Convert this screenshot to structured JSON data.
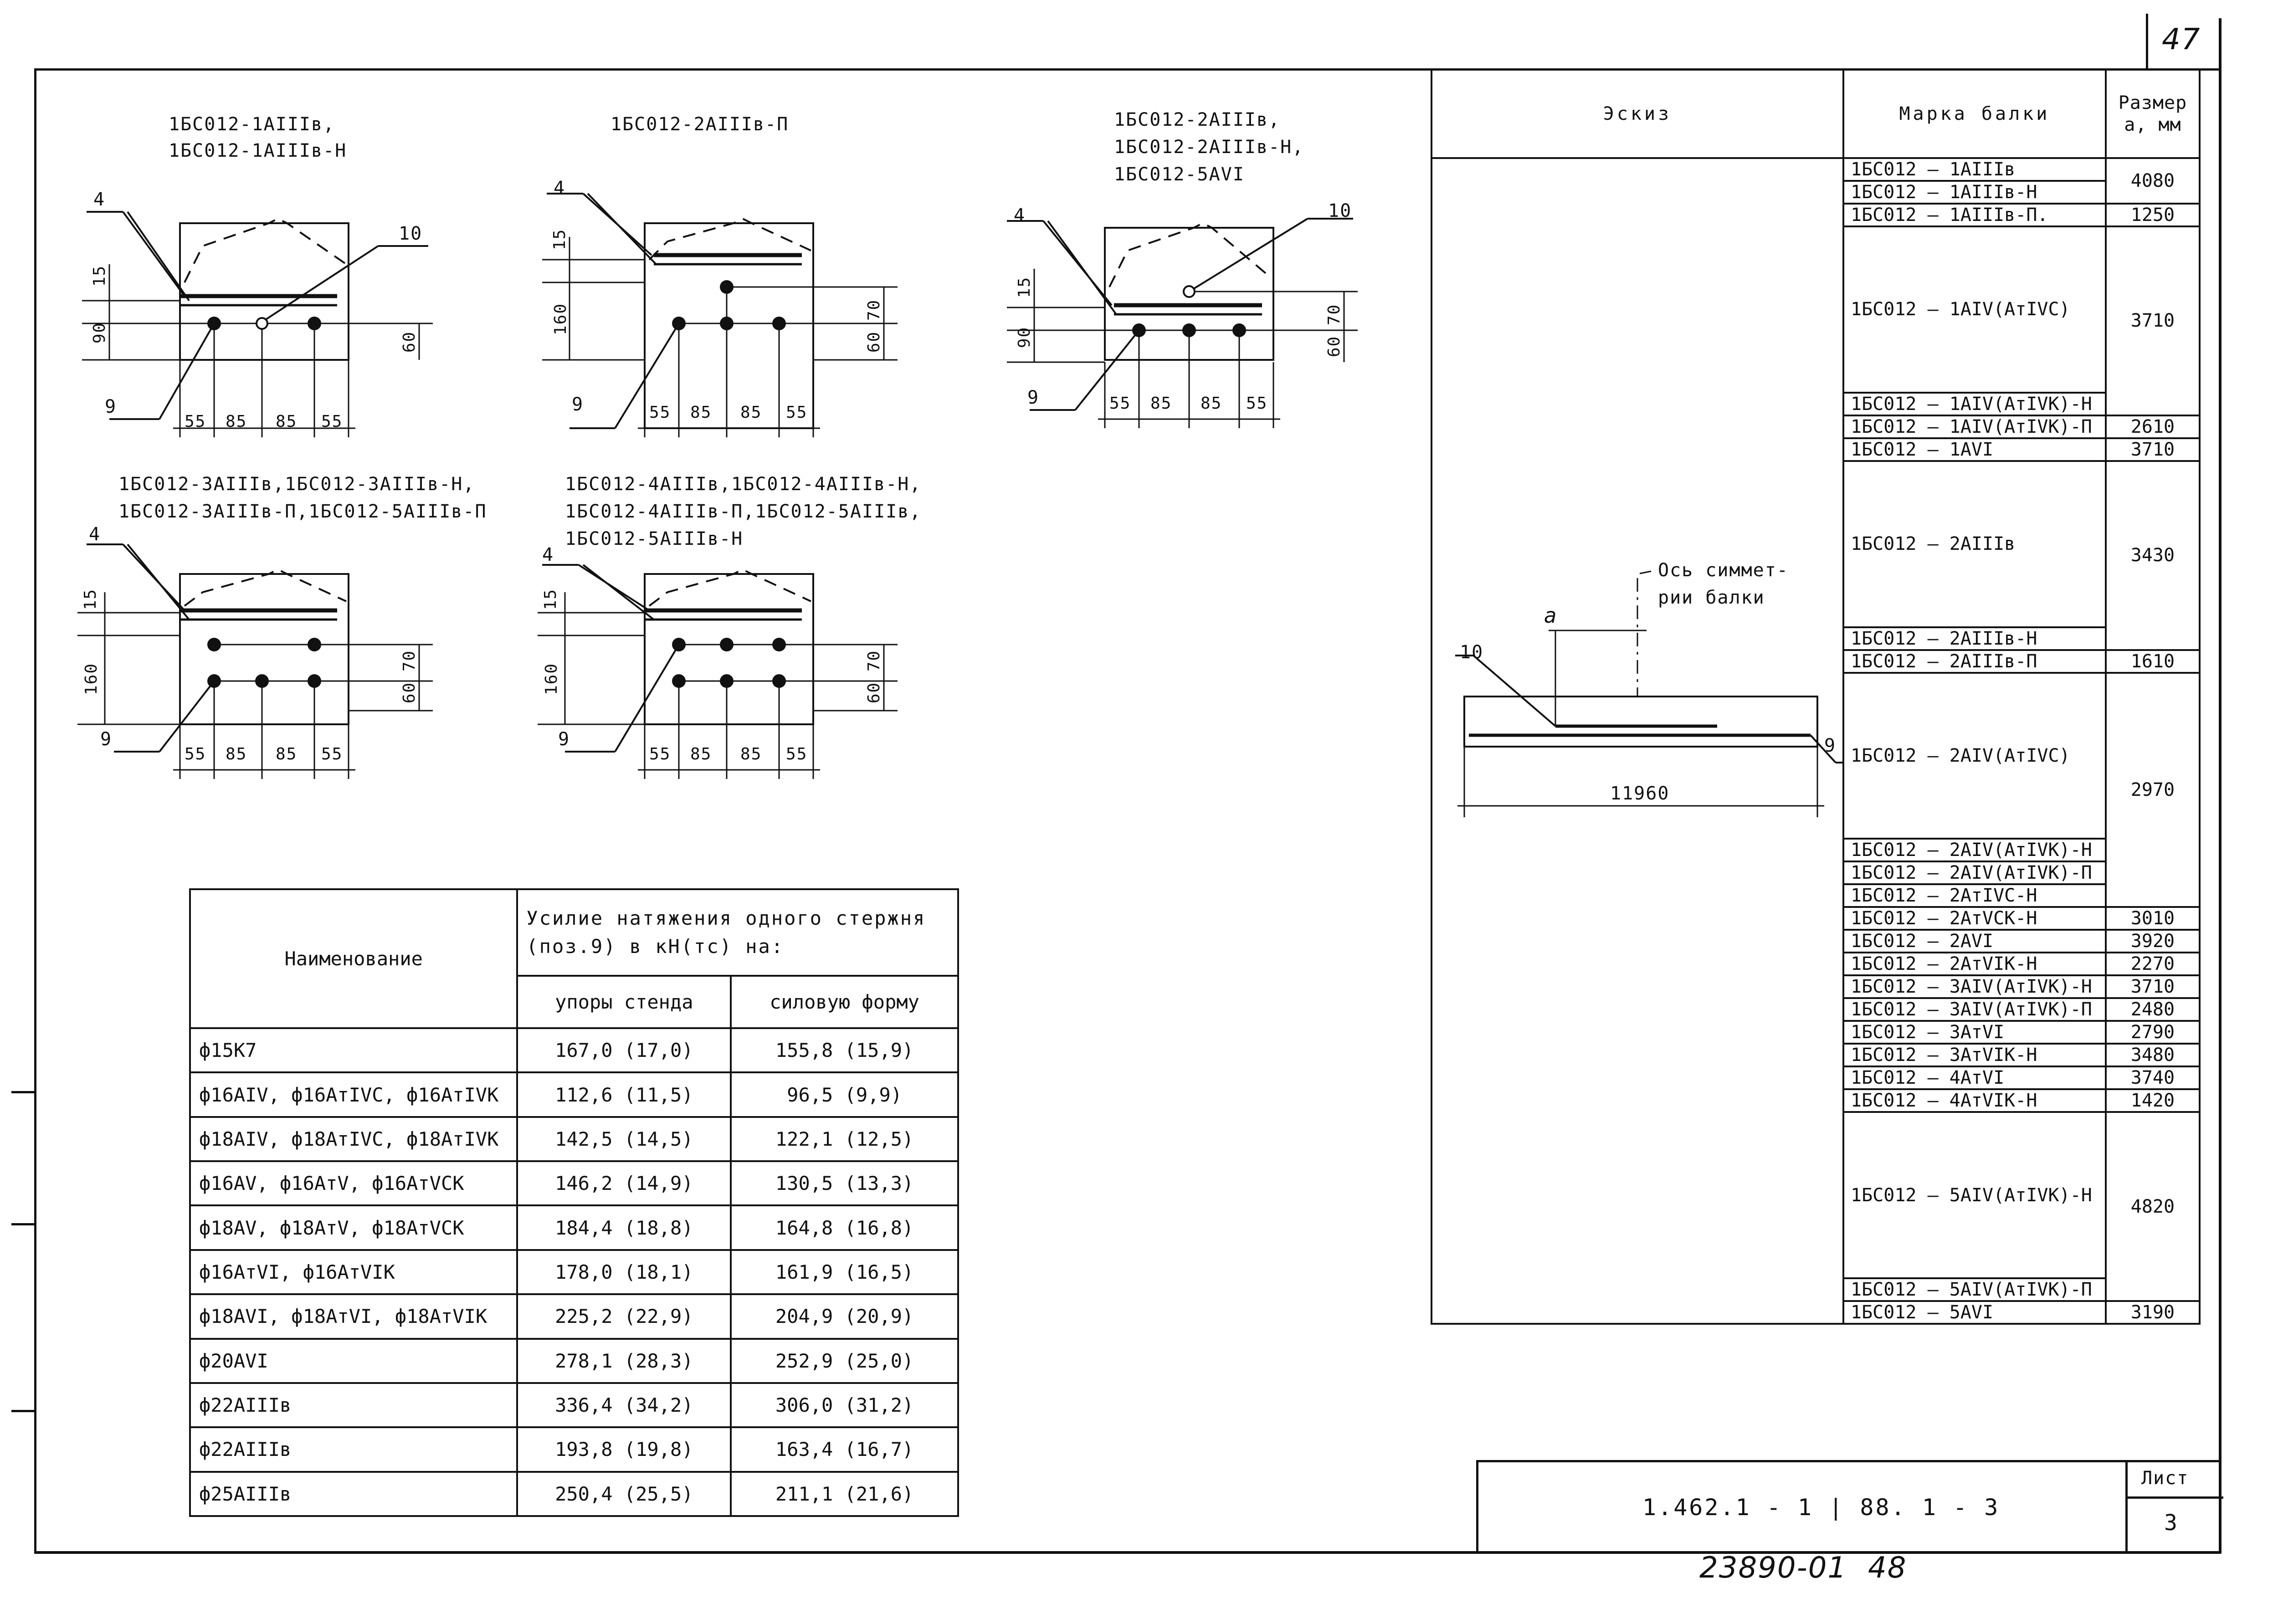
{
  "page_number": "47",
  "sections": [
    {
      "lines": [
        "1БС012-1АIIIв,",
        "1БС012-1АIIIв-Н"
      ],
      "dims": [
        "15",
        "90",
        "60",
        "55",
        "85",
        "85",
        "55"
      ],
      "callouts": [
        "4",
        "10",
        "9"
      ]
    },
    {
      "lines": [
        "1БС012-2АIIIв-П"
      ],
      "dims": [
        "15",
        "160",
        "60",
        "70",
        "55",
        "85",
        "85",
        "55"
      ],
      "callouts": [
        "4",
        "9"
      ]
    },
    {
      "lines": [
        "1БС012-2АIIIв,",
        "1БС012-2АIIIв-Н,",
        "1БС012-5АVI"
      ],
      "dims": [
        "15",
        "90",
        "60",
        "70",
        "55",
        "85",
        "85",
        "55"
      ],
      "callouts": [
        "4",
        "10",
        "9"
      ]
    },
    {
      "lines": [
        "1БС012-3АIIIв,1БС012-3АIIIв-Н,",
        "1БС012-3АIIIв-П,1БС012-5АIIIв-П"
      ],
      "dims": [
        "15",
        "160",
        "60",
        "70",
        "55",
        "85",
        "85",
        "55"
      ],
      "callouts": [
        "4",
        "9"
      ]
    },
    {
      "lines": [
        "1БС012-4АIIIв,1БС012-4АIIIв-Н,",
        "1БС012-4АIIIв-П,1БС012-5АIIIв,",
        "1БС012-5АIIIв-Н"
      ],
      "dims": [
        "15",
        "160",
        "60",
        "70",
        "55",
        "85",
        "85",
        "55"
      ],
      "callouts": [
        "4",
        "9"
      ]
    }
  ],
  "force_table": {
    "col_name": "Наименование",
    "col_force": "Усилие натяжения одного стержня (поз.9) в кН(тс) на:",
    "col_stand": "упоры стенда",
    "col_form": "силовую форму",
    "rows": [
      [
        "ф15К7",
        "167,0 (17,0)",
        "155,8 (15,9)"
      ],
      [
        "ф16АIV, ф16АтIVС, ф16АтIVК",
        "112,6 (11,5)",
        "96,5 (9,9)"
      ],
      [
        "ф18АIV, ф18АтIVС, ф18АтIVК",
        "142,5 (14,5)",
        "122,1 (12,5)"
      ],
      [
        "ф16АV, ф16АтV, ф16АтVСК",
        "146,2 (14,9)",
        "130,5 (13,3)"
      ],
      [
        "ф18АV, ф18АтV, ф18АтVСК",
        "184,4 (18,8)",
        "164,8 (16,8)"
      ],
      [
        "ф16АтVI, ф16АтVIК",
        "178,0 (18,1)",
        "161,9 (16,5)"
      ],
      [
        "ф18АVI, ф18АтVI, ф18АтVIК",
        "225,2 (22,9)",
        "204,9 (20,9)"
      ],
      [
        "ф20АVI",
        "278,1 (28,3)",
        "252,9 (25,0)"
      ],
      [
        "ф22АIIIв",
        "336,4 (34,2)",
        "306,0 (31,2)"
      ],
      [
        "ф22АIIIв",
        "193,8 (19,8)",
        "163,4 (16,7)"
      ],
      [
        "ф25АIIIв",
        "250,4 (25,5)",
        "211,1 (21,6)"
      ]
    ]
  },
  "marks_table": {
    "col_sketch": "Эскиз",
    "col_mark": "Марка балки",
    "col_size_1": "Размер",
    "col_size_2": "а, мм",
    "sketch": {
      "callout_10": "10",
      "callout_9": "9",
      "dim_a": "а",
      "axis_1": "Ось симмет-",
      "axis_2": "рии балки",
      "length": "11960"
    },
    "rows": [
      {
        "mark": "1БС012 – 1АIIIв",
        "size": "4080",
        "span": 2
      },
      {
        "mark": "1БС012 – 1АIIIв-Н"
      },
      {
        "mark": "1БС012 – 1АIIIв-П.",
        "size": "1250",
        "span": 1
      },
      {
        "mark": "1БС012 – 1АIV(АтIVС)",
        "size": "3710",
        "span": 2
      },
      {
        "mark": "1БС012 – 1АIV(АтIVК)-Н"
      },
      {
        "mark": "1БС012 – 1АIV(АтIVК)-П",
        "size": "2610",
        "span": 1
      },
      {
        "mark": "1БС012 – 1АVI",
        "size": "3710",
        "span": 1
      },
      {
        "mark": "1БС012 – 2АIIIв",
        "size": "3430",
        "span": 2
      },
      {
        "mark": "1БС012 – 2АIIIв-Н"
      },
      {
        "mark": "1БС012 – 2АIIIв-П",
        "size": "1610",
        "span": 1
      },
      {
        "mark": "1БС012 – 2АIV(АтIVС)",
        "size": "2970",
        "span": 4
      },
      {
        "mark": "1БС012 – 2АIV(АтIVК)-Н"
      },
      {
        "mark": "1БС012 – 2АIV(АтIVК)-П"
      },
      {
        "mark": "1БС012 – 2АтIVС-Н"
      },
      {
        "mark": "1БС012 – 2АтVСК-Н",
        "size": "3010",
        "span": 1
      },
      {
        "mark": "1БС012 – 2АVI",
        "size": "3920",
        "span": 1
      },
      {
        "mark": "1БС012 – 2АтVIК-Н",
        "size": "2270",
        "span": 1
      },
      {
        "mark": "1БС012 – 3АIV(АтIVК)-Н",
        "size": "3710",
        "span": 1
      },
      {
        "mark": "1БС012 – 3АIV(АтIVК)-П",
        "size": "2480",
        "span": 1
      },
      {
        "mark": "1БС012 – 3АтVI",
        "size": "2790",
        "span": 1
      },
      {
        "mark": "1БС012 – 3АтVIК-Н",
        "size": "3480",
        "span": 1
      },
      {
        "mark": "1БС012 – 4АтVI",
        "size": "3740",
        "span": 1
      },
      {
        "mark": "1БС012 – 4АтVIК-Н",
        "size": "1420",
        "span": 1
      },
      {
        "mark": "1БС012 – 5АIV(АтIVК)-Н",
        "size": "4820",
        "span": 2
      },
      {
        "mark": "1БС012 – 5АIV(АтIVК)-П"
      },
      {
        "mark": "1БС012 – 5АVI",
        "size": "3190",
        "span": 1
      }
    ]
  },
  "title_block": {
    "code": "1.462.1 - 1 | 88. 1 - 3",
    "sheet_label": "Лист",
    "sheet_number": "3"
  },
  "footer": {
    "inventory": "23890-01",
    "number": "48"
  }
}
